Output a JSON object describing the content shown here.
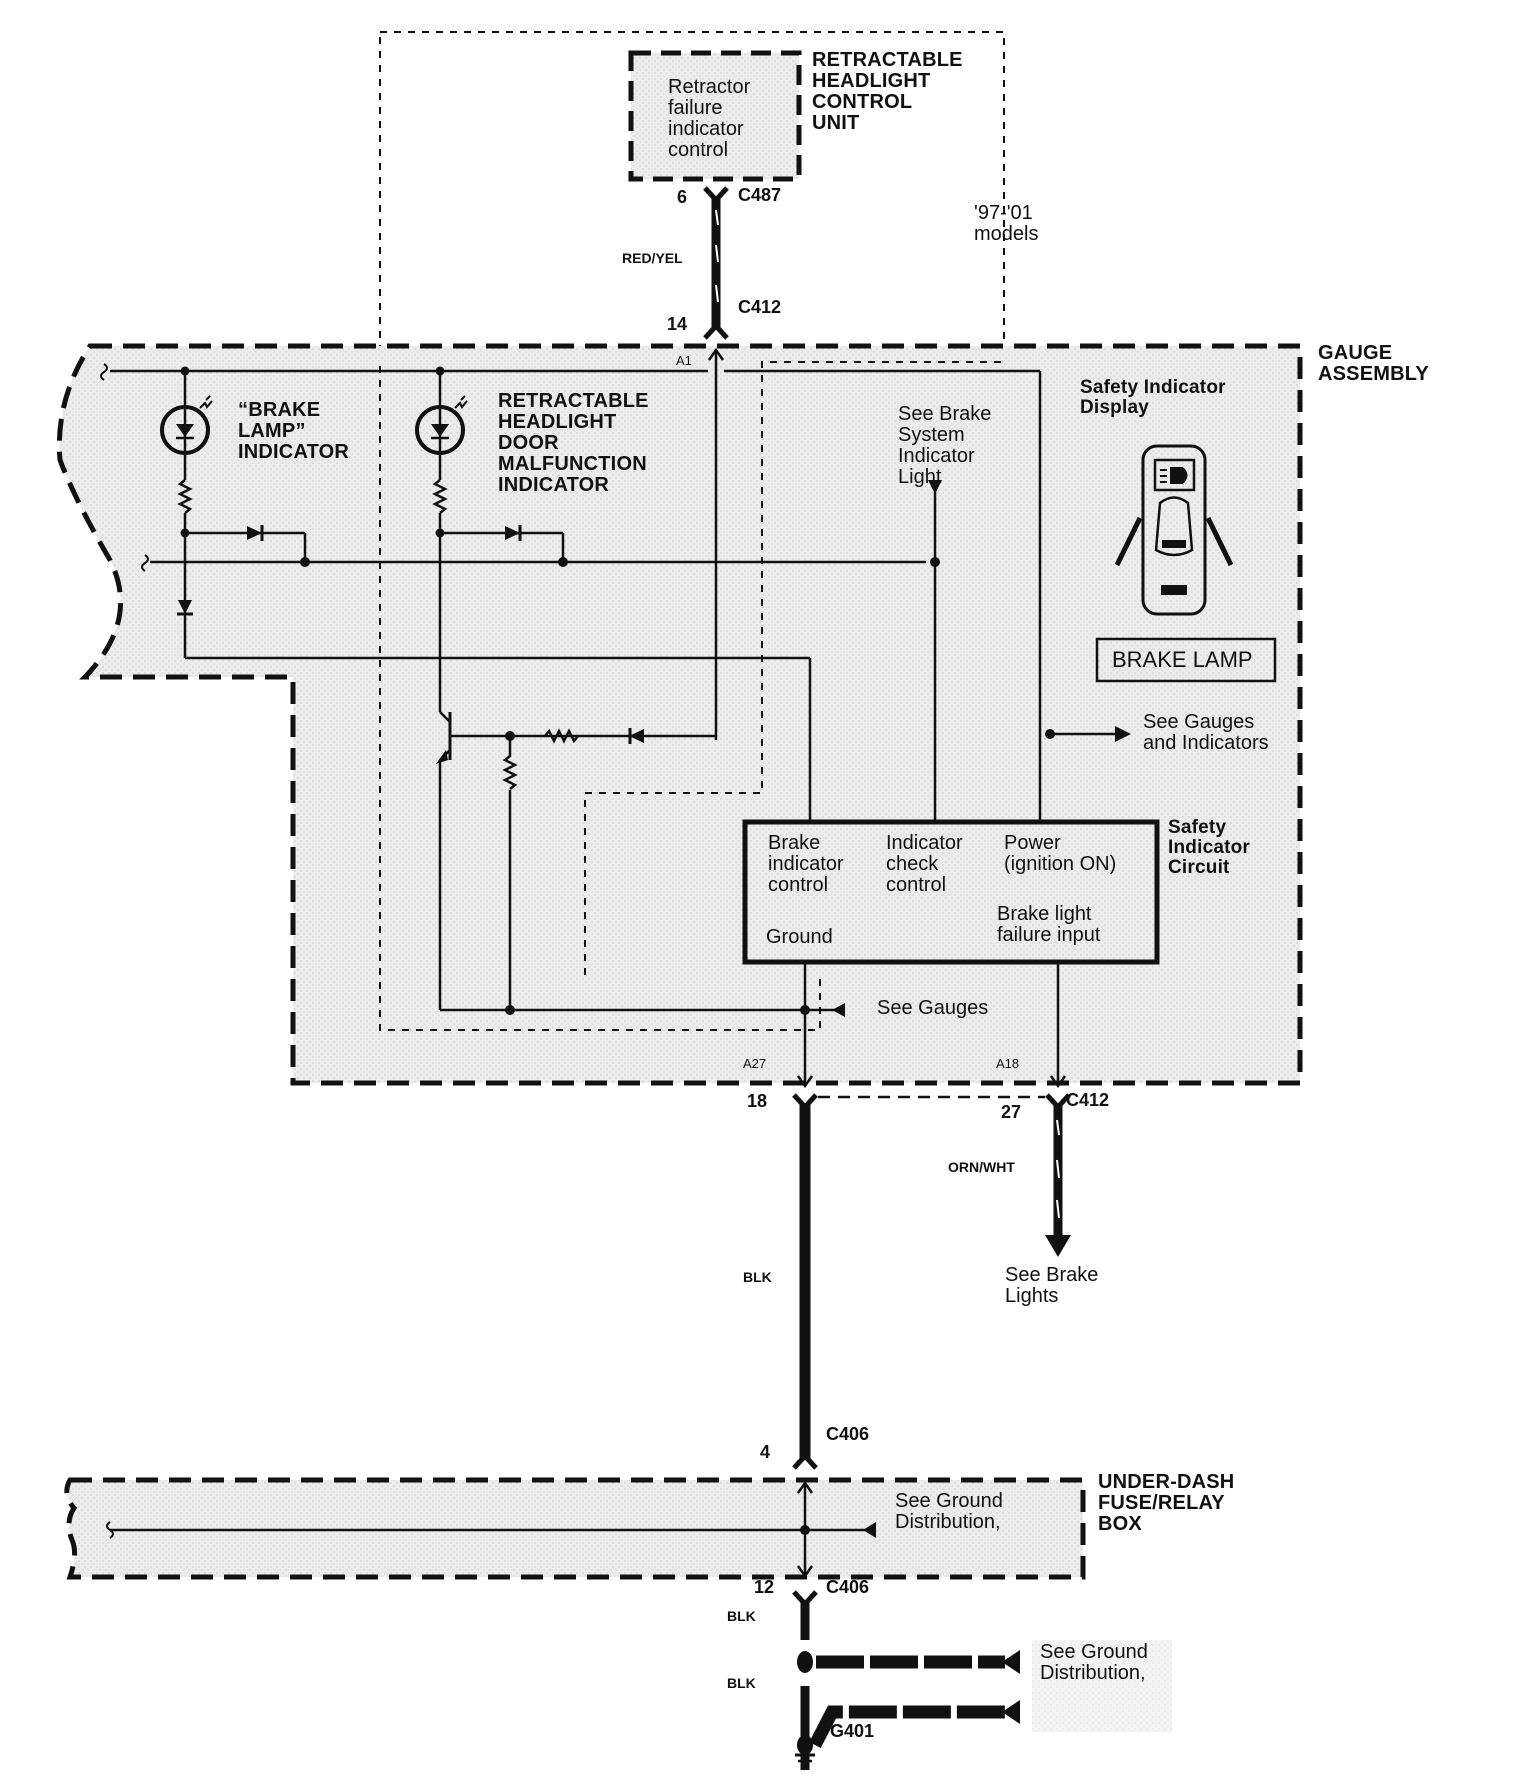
{
  "diagram": {
    "components": {
      "retractable_unit": {
        "title": "RETRACTABLE\nHEADLIGHT\nCONTROL\nUNIT",
        "inner_label": "Retractor\nfailure\nindicator\ncontrol"
      },
      "models_note": "'97-'01\nmodels",
      "gauge_assembly": {
        "title": "GAUGE\nASSEMBLY",
        "brake_lamp_indicator": "“BRAKE\nLAMP”\nINDICATOR",
        "retractable_indicator": "RETRACTABLE\nHEADLIGHT\nDOOR\nMALFUNCTION\nINDICATOR",
        "see_brake_system": "See Brake\nSystem\nIndicator\nLight",
        "safety_display_title": "Safety Indicator\nDisplay",
        "brake_lamp_display": "BRAKE LAMP",
        "see_gauges_indicators": "See  Gauges\nand Indicators",
        "see_gauges": "See Gauges",
        "safety_circuit_title": "Safety\nIndicator\nCircuit",
        "circuit_labels": {
          "brake_indicator_control": "Brake\nindicator\ncontrol",
          "indicator_check_control": "Indicator\ncheck\ncontrol",
          "power": "Power\n(ignition ON)",
          "ground": "Ground",
          "brake_light_failure": "Brake light\nfailure input"
        },
        "terminals": {
          "a1": "A1",
          "a27": "A27",
          "a18": "A18"
        }
      },
      "under_dash": {
        "title": "UNDER-DASH\nFUSE/RELAY\nBOX",
        "see_ground": "See Ground\nDistribution,"
      },
      "ground_distribution": "See Ground\nDistribution,",
      "see_brake_lights": "See Brake\nLights"
    },
    "connectors": {
      "c487": {
        "name": "C487",
        "pin": "6"
      },
      "c412_top": {
        "name": "C412",
        "pin": "14"
      },
      "c412_left_pin": "18",
      "c412_right": {
        "name": "C412",
        "pin": "27"
      },
      "c406_top": {
        "name": "C406",
        "pin": "4"
      },
      "c406_bottom": {
        "name": "C406",
        "pin": "12"
      },
      "g401": "G401"
    },
    "wires": {
      "red_yel": "RED/YEL",
      "orn_wht": "ORN/WHT",
      "blk_main": "BLK",
      "blk_lower1": "BLK",
      "blk_lower2": "BLK"
    }
  }
}
